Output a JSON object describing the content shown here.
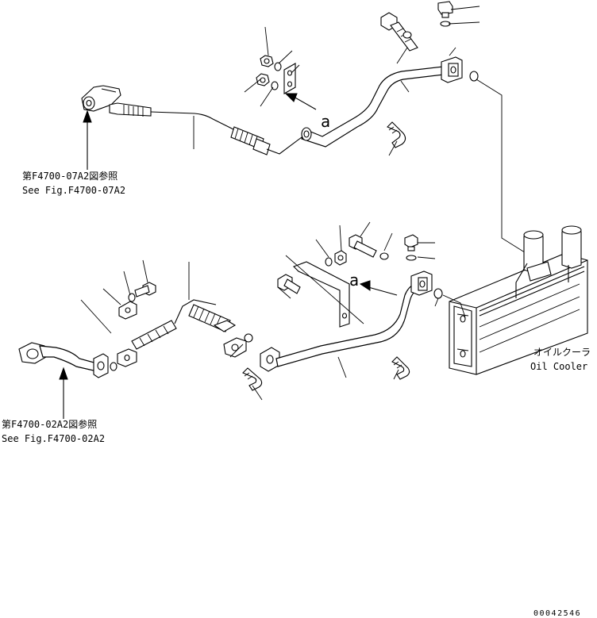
{
  "references": [
    {
      "jp": "第F4700-07A2図参照",
      "en": "See Fig.F4700-07A2"
    },
    {
      "jp": "第F4700-02A2図参照",
      "en": "See Fig.F4700-02A2"
    }
  ],
  "view_marks": [
    "a",
    "a"
  ],
  "component": {
    "jp": "オイルクーラ",
    "en": "Oil Cooler"
  },
  "drawing_number": "00042546"
}
